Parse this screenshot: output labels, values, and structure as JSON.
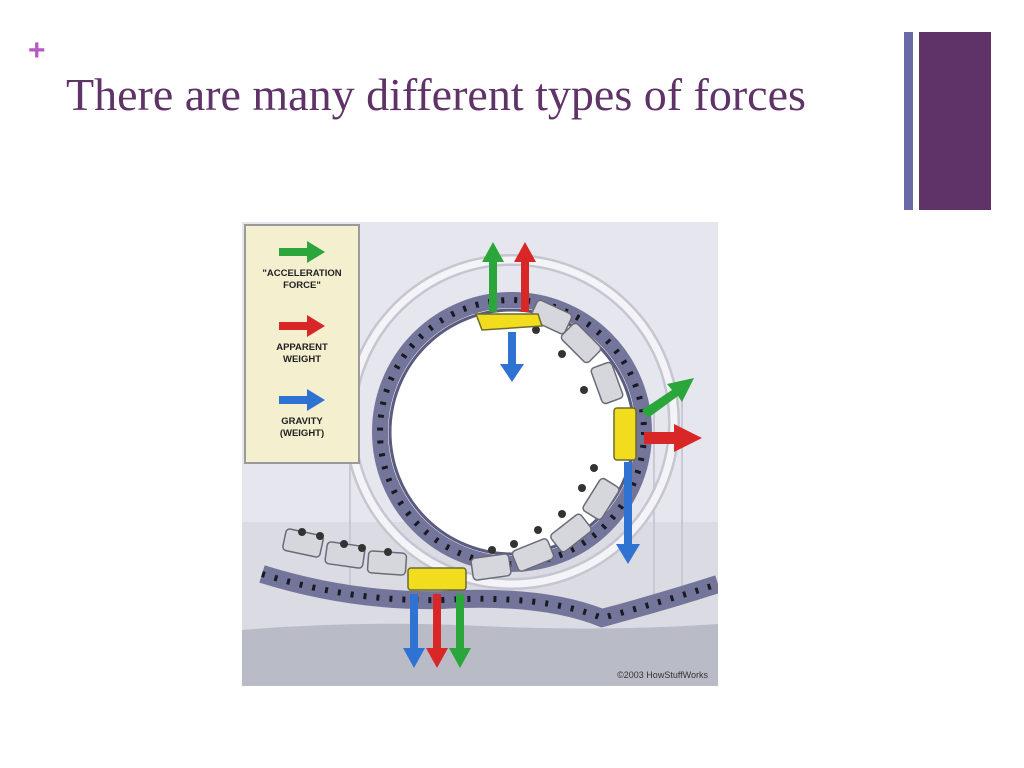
{
  "slide": {
    "bullet": "+",
    "title": "There are many different types of forces"
  },
  "figure": {
    "legend": [
      {
        "label": "\"ACCELERATION\nFORCE\"",
        "color": "#2aa63a",
        "icon": "arrow-right-icon"
      },
      {
        "label": "APPARENT\nWEIGHT",
        "color": "#d92626",
        "icon": "arrow-right-icon"
      },
      {
        "label": "GRAVITY\n(WEIGHT)",
        "color": "#2f73d2",
        "icon": "arrow-right-icon"
      }
    ],
    "credit": "©2003 HowStuffWorks"
  },
  "colors": {
    "accent": "#5f3268",
    "thin_bar": "#6b68a8",
    "plus": "#b45cc2",
    "green": "#2aa63a",
    "red": "#d92626",
    "blue": "#2f73d2",
    "car": "#f2dc1e"
  }
}
